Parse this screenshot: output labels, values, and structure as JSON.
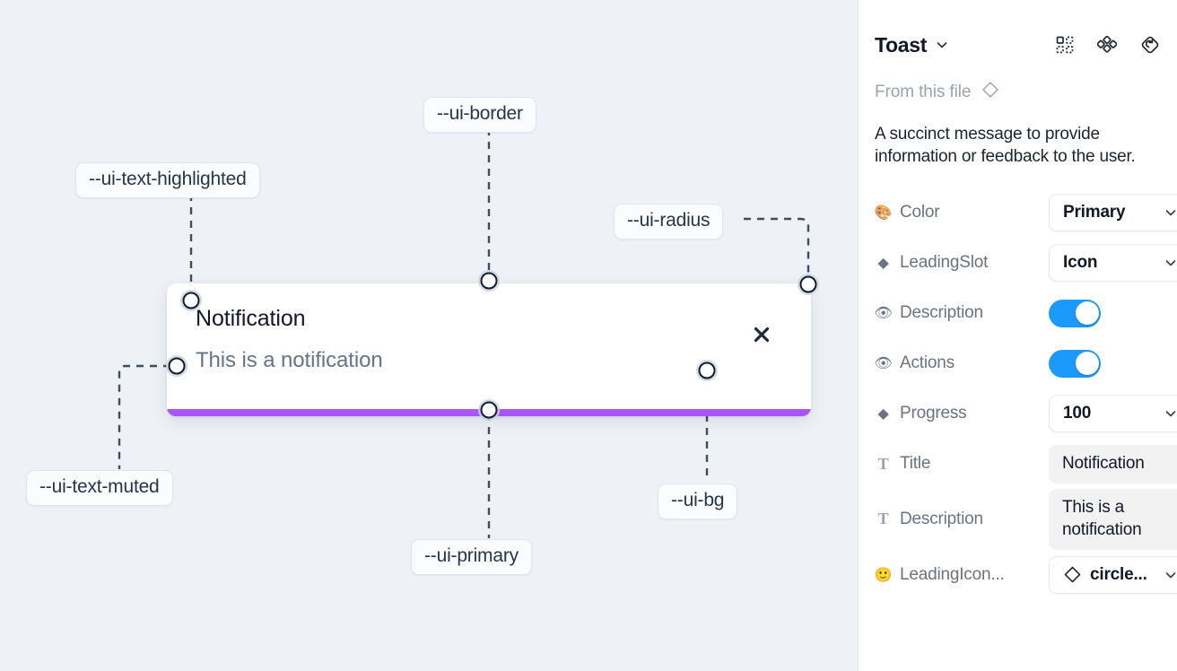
{
  "canvas": {
    "background_color": "#eef2f7",
    "toast": {
      "title": "Notification",
      "description": "This is a notification",
      "close_label": "✕",
      "progress_color": "#a855f7",
      "background_color": "#ffffff"
    },
    "annotations": [
      {
        "id": "ui-text-highlighted",
        "label": "--ui-text-highlighted"
      },
      {
        "id": "ui-border",
        "label": "--ui-border"
      },
      {
        "id": "ui-radius",
        "label": "--ui-radius"
      },
      {
        "id": "ui-text-muted",
        "label": "--ui-text-muted"
      },
      {
        "id": "ui-primary",
        "label": "--ui-primary"
      },
      {
        "id": "ui-bg",
        "label": "--ui-bg"
      }
    ]
  },
  "panel": {
    "title": "Toast",
    "header_icons": [
      "component-grid-icon",
      "variants-diamond-icon",
      "reset-rotate-icon"
    ],
    "from_this_file": "From this file",
    "description": "A succinct message to provide information or feedback to the user.",
    "properties": [
      {
        "icon": "palette-icon",
        "icon_glyph": "🎨",
        "label": "Color",
        "control": "select",
        "value": "Primary"
      },
      {
        "icon": "diamond-icon",
        "icon_glyph": "◆",
        "label": "LeadingSlot",
        "control": "select",
        "value": "Icon"
      },
      {
        "icon": "eye-icon",
        "icon_glyph": "👁",
        "label": "Description",
        "control": "toggle",
        "value": "on"
      },
      {
        "icon": "eye-icon",
        "icon_glyph": "👁",
        "label": "Actions",
        "control": "toggle",
        "value": "on"
      },
      {
        "icon": "diamond-icon",
        "icon_glyph": "◆",
        "label": "Progress",
        "control": "select",
        "value": "100"
      },
      {
        "icon": "text-icon",
        "icon_glyph": "T",
        "label": "Title",
        "control": "textfield",
        "value": "Notification"
      },
      {
        "icon": "text-icon",
        "icon_glyph": "T",
        "label": "Description",
        "control": "textfield",
        "value": "This is a notification"
      },
      {
        "icon": "emoji-icon",
        "icon_glyph": "🙂",
        "label": "LeadingIcon...",
        "control": "select-icon",
        "value": "circle..."
      }
    ],
    "toggle_on_color": "#1a9bfc"
  }
}
